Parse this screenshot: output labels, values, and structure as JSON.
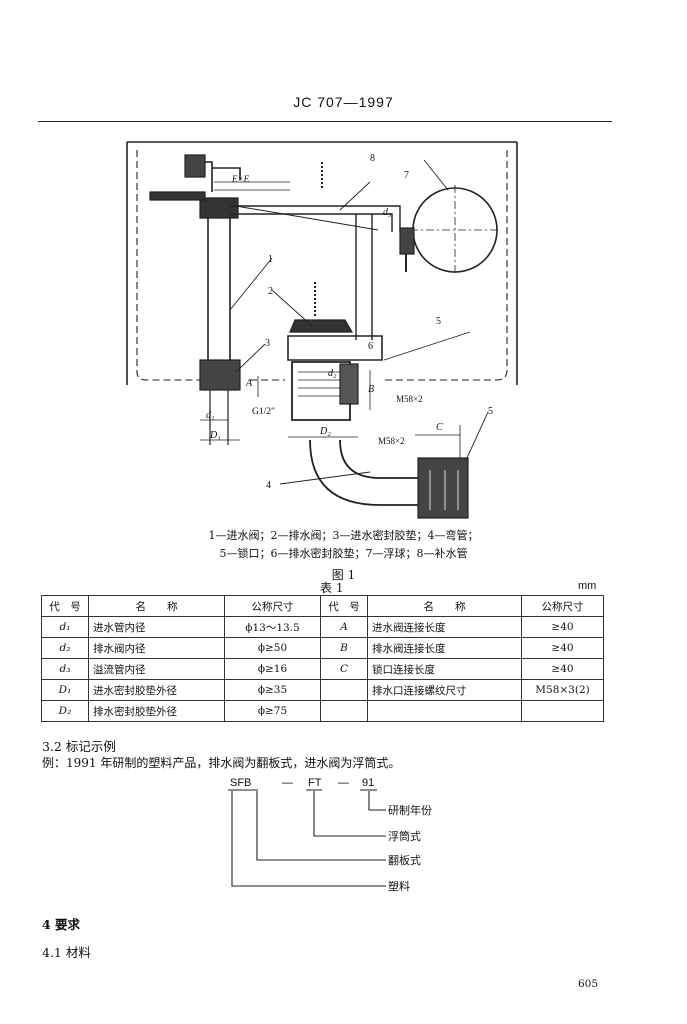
{
  "header": {
    "title": "JC 707—1997"
  },
  "figure": {
    "labels": {
      "e_x_e": "E×E",
      "n1": "1",
      "n2": "2",
      "n3": "3",
      "n4": "4",
      "n5a": "5",
      "n5b": "5",
      "n6": "6",
      "n7": "7",
      "n8": "8",
      "d1": "d₁",
      "d2": "d₂",
      "d3": "d₃",
      "D1": "D₁",
      "D2": "D₂",
      "A": "A",
      "B": "B",
      "C": "C",
      "g_thread": "G1/2\"",
      "m58a": "M58×2",
      "m58b": "M58×2"
    },
    "caption_line1": "1—进水阀；2—排水阀；3—进水密封胶垫；4—弯管；",
    "caption_line2": "5—锁口；6—排水密封胶垫；7—浮球；8—补水管",
    "title": "图 1"
  },
  "table": {
    "title": "表 1",
    "unit": "mm",
    "headers": [
      "代　号",
      "名　　称",
      "公称尺寸",
      "代　号",
      "名　　称",
      "公称尺寸"
    ],
    "rows": [
      {
        "code1": "d₁",
        "name1": "进水管内径",
        "size1": "ϕ13～13.5",
        "code2": "A",
        "name2": "进水阀连接长度",
        "size2": "≥40"
      },
      {
        "code1": "d₂",
        "name1": "排水阀内径",
        "size1": "ϕ≥50",
        "code2": "B",
        "name2": "排水阀连接长度",
        "size2": "≥40"
      },
      {
        "code1": "d₃",
        "name1": "溢流管内径",
        "size1": "ϕ≥16",
        "code2": "C",
        "name2": "锁口连接长度",
        "size2": "≥40"
      },
      {
        "code1": "D₁",
        "name1": "进水密封胶垫外径",
        "size1": "ϕ≥35",
        "code2": "",
        "name2": "排水口连接螺纹尺寸",
        "size2": "M58×3(2)"
      },
      {
        "code1": "D₂",
        "name1": "排水密封胶垫外径",
        "size1": "ϕ≥75",
        "code2": "",
        "name2": "",
        "size2": ""
      }
    ]
  },
  "section_3_2": {
    "heading": "3.2  标记示例",
    "example": "例：1991 年研制的塑料产品，排水阀为翻板式，进水阀为浮筒式。",
    "marking": {
      "code_sfb": "SFB",
      "dash1": "—",
      "code_ft": "FT",
      "dash2": "—",
      "code_year": "91",
      "label_year": "研制年份",
      "label_float": "浮筒式",
      "label_flap": "翻板式",
      "label_plastic": "塑料"
    }
  },
  "section_4": {
    "heading": "4  要求"
  },
  "section_4_1": {
    "heading": "4.1  材料"
  },
  "page_number": "605"
}
